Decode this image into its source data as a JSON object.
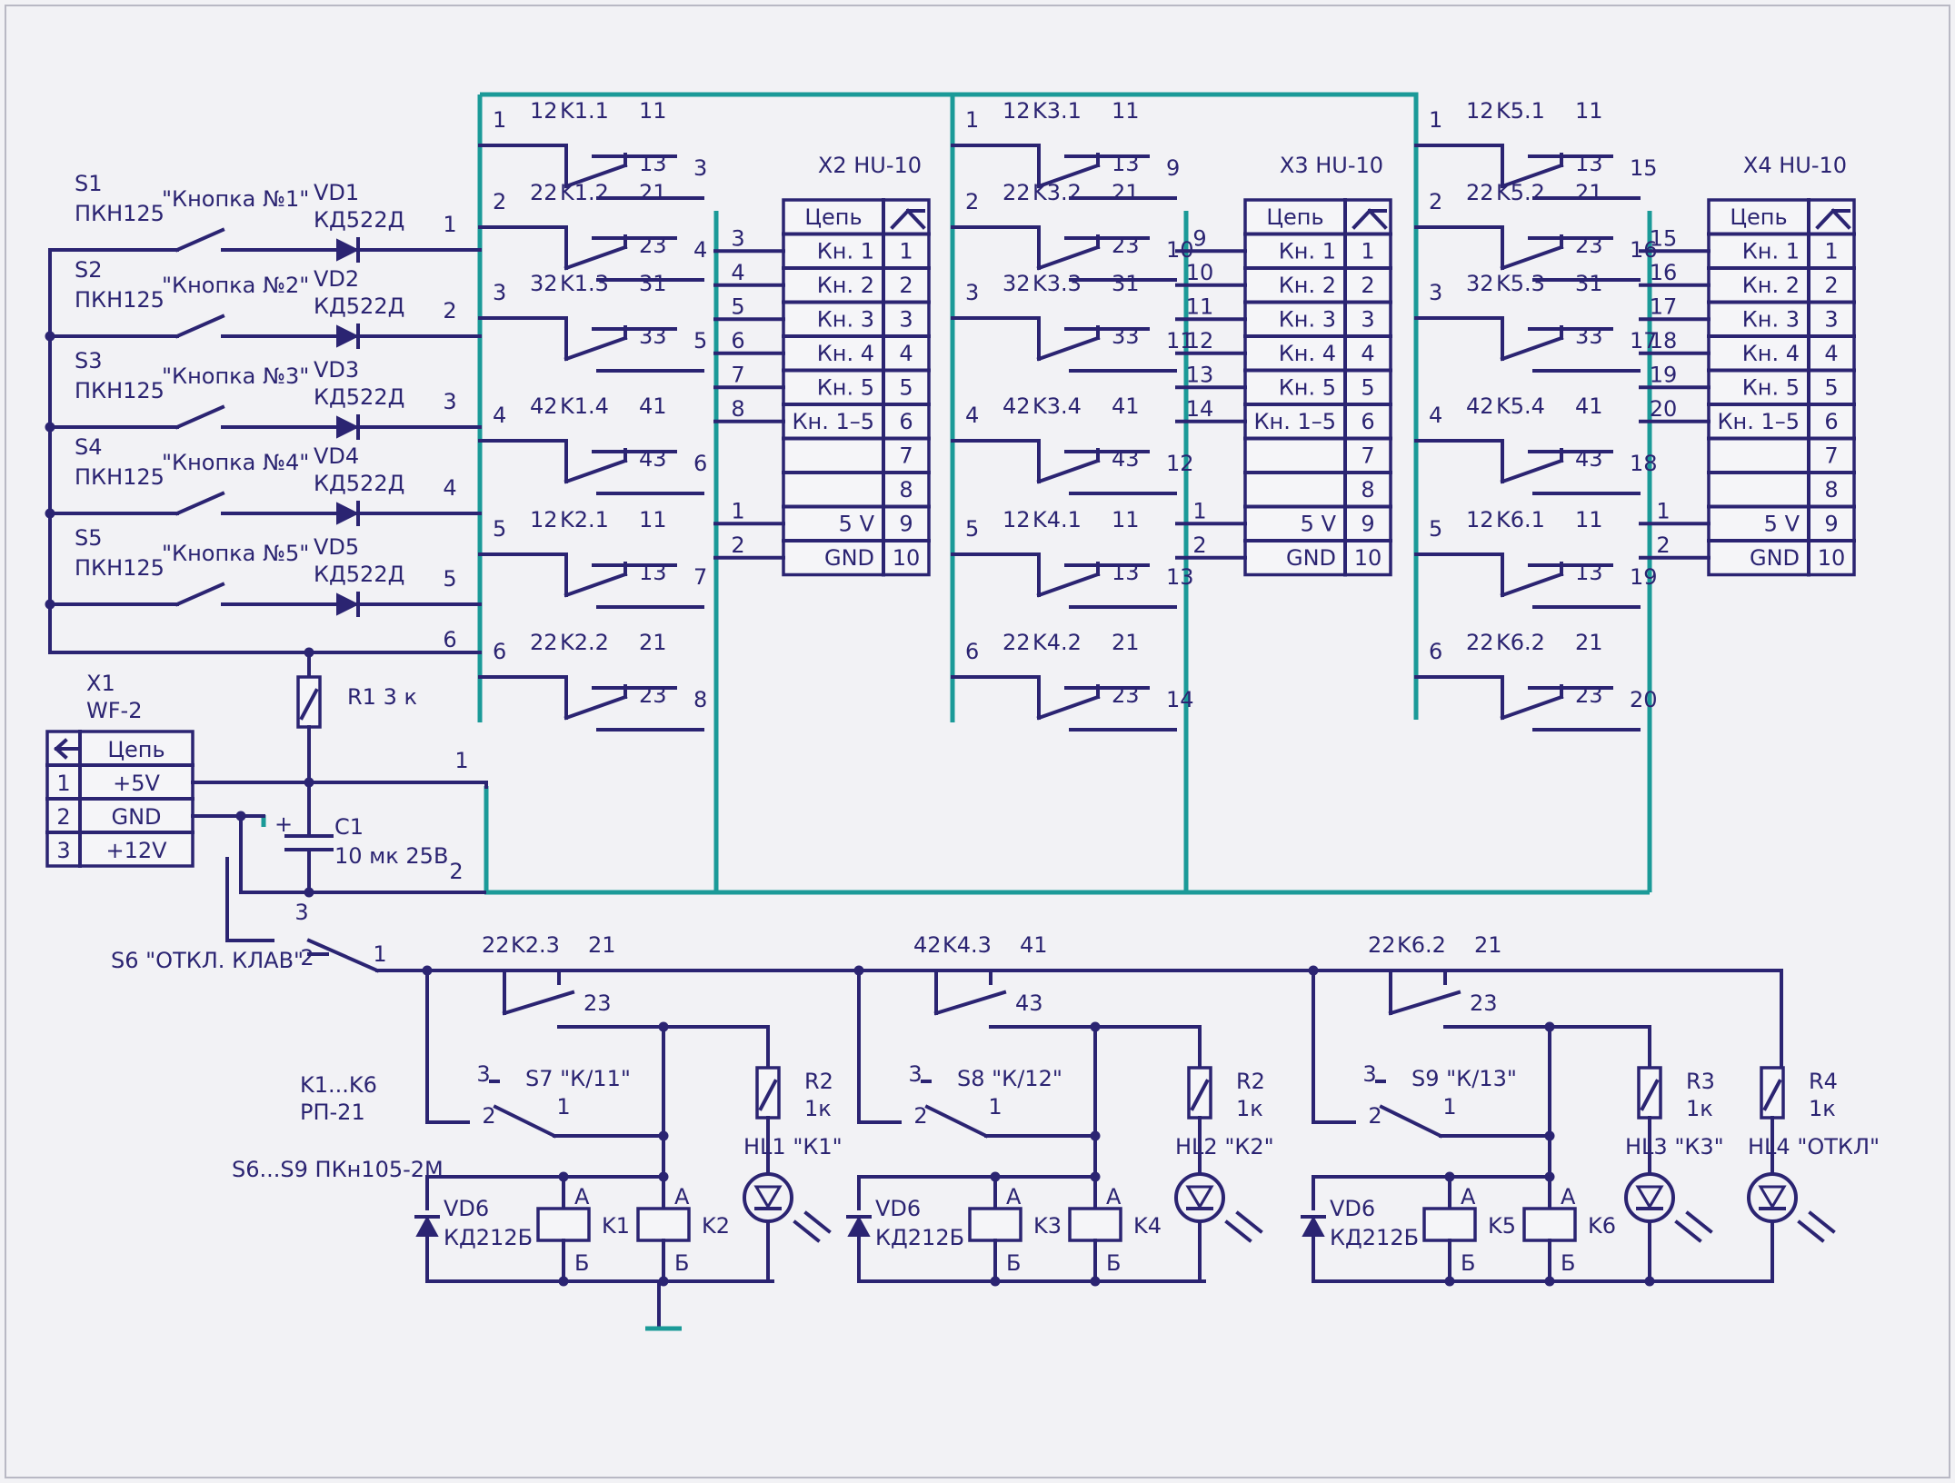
{
  "colors": {
    "line": "#2b2472",
    "bus": "#1b9a98",
    "paper": "#f2f2f5",
    "frame": "#b9b9c4"
  },
  "buttons": [
    {
      "ref": "S1",
      "type": "ПКН125",
      "name": "\"Кнопка №1\"",
      "diode": "VD1",
      "dtype": "КД522Д",
      "net": "1"
    },
    {
      "ref": "S2",
      "type": "ПКН125",
      "name": "\"Кнопка №2\"",
      "diode": "VD2",
      "dtype": "КД522Д",
      "net": "2"
    },
    {
      "ref": "S3",
      "type": "ПКН125",
      "name": "\"Кнопка №3\"",
      "diode": "VD3",
      "dtype": "КД522Д",
      "net": "3"
    },
    {
      "ref": "S4",
      "type": "ПКН125",
      "name": "\"Кнопка №4\"",
      "diode": "VD4",
      "dtype": "КД522Д",
      "net": "4"
    },
    {
      "ref": "S5",
      "type": "ПКН125",
      "name": "\"Кнопка №5\"",
      "diode": "VD5",
      "dtype": "КД522Д",
      "net": "5"
    }
  ],
  "common_net": "6",
  "r1": {
    "ref": "R1",
    "value": "3 к"
  },
  "c1": {
    "ref": "C1",
    "value": "10 мк 25В"
  },
  "x1": {
    "ref": "X1",
    "type": "WF-2",
    "head": "Цепь",
    "rows": [
      [
        "1",
        "+5V"
      ],
      [
        "2",
        "GND"
      ],
      [
        "3",
        "+12V"
      ]
    ],
    "out1": "1",
    "out2": "2"
  },
  "groups": [
    {
      "contacts": [
        {
          "ref": "K1.1",
          "nc": "12",
          "com": "11",
          "no": "13",
          "in": "1",
          "out": "3"
        },
        {
          "ref": "K1.2",
          "nc": "22",
          "com": "21",
          "no": "23",
          "in": "2",
          "out": "4"
        },
        {
          "ref": "K1.3",
          "nc": "32",
          "com": "31",
          "no": "33",
          "in": "3",
          "out": "5"
        },
        {
          "ref": "K1.4",
          "nc": "42",
          "com": "41",
          "no": "43",
          "in": "4",
          "out": "6"
        },
        {
          "ref": "K2.1",
          "nc": "12",
          "com": "11",
          "no": "13",
          "in": "5",
          "out": "7"
        },
        {
          "ref": "K2.2",
          "nc": "22",
          "com": "21",
          "no": "23",
          "in": "6",
          "out": "8"
        }
      ],
      "conn": {
        "title": "X2 HU-10",
        "head": "Цепь",
        "nets": [
          "3",
          "4",
          "5",
          "6",
          "7",
          "8",
          "",
          "",
          "1",
          "2"
        ]
      }
    },
    {
      "contacts": [
        {
          "ref": "K3.1",
          "nc": "12",
          "com": "11",
          "no": "13",
          "in": "1",
          "out": "9"
        },
        {
          "ref": "K3.2",
          "nc": "22",
          "com": "21",
          "no": "23",
          "in": "2",
          "out": "10"
        },
        {
          "ref": "K3.3",
          "nc": "32",
          "com": "31",
          "no": "33",
          "in": "3",
          "out": "11"
        },
        {
          "ref": "K3.4",
          "nc": "42",
          "com": "41",
          "no": "43",
          "in": "4",
          "out": "12"
        },
        {
          "ref": "K4.1",
          "nc": "12",
          "com": "11",
          "no": "13",
          "in": "5",
          "out": "13"
        },
        {
          "ref": "K4.2",
          "nc": "22",
          "com": "21",
          "no": "23",
          "in": "6",
          "out": "14"
        }
      ],
      "conn": {
        "title": "X3 HU-10",
        "head": "Цепь",
        "nets": [
          "9",
          "10",
          "11",
          "12",
          "13",
          "14",
          "",
          "",
          "1",
          "2"
        ]
      }
    },
    {
      "contacts": [
        {
          "ref": "K5.1",
          "nc": "12",
          "com": "11",
          "no": "13",
          "in": "1",
          "out": "15"
        },
        {
          "ref": "K5.2",
          "nc": "22",
          "com": "21",
          "no": "23",
          "in": "2",
          "out": "16"
        },
        {
          "ref": "K5.3",
          "nc": "32",
          "com": "31",
          "no": "33",
          "in": "3",
          "out": "17"
        },
        {
          "ref": "K5.4",
          "nc": "42",
          "com": "41",
          "no": "43",
          "in": "4",
          "out": "18"
        },
        {
          "ref": "K6.1",
          "nc": "12",
          "com": "11",
          "no": "13",
          "in": "5",
          "out": "19"
        },
        {
          "ref": "K6.2",
          "nc": "22",
          "com": "21",
          "no": "23",
          "in": "6",
          "out": "20"
        }
      ],
      "conn": {
        "title": "X4 HU-10",
        "head": "Цепь",
        "nets": [
          "15",
          "16",
          "17",
          "18",
          "19",
          "20",
          "",
          "",
          "1",
          "2"
        ]
      }
    }
  ],
  "conn_rows": [
    [
      "Кн. 1",
      "1"
    ],
    [
      "Кн. 2",
      "2"
    ],
    [
      "Кн. 3",
      "3"
    ],
    [
      "Кн. 4",
      "4"
    ],
    [
      "Кн. 5",
      "5"
    ],
    [
      "Кн. 1–5",
      "6"
    ],
    [
      "",
      "7"
    ],
    [
      "",
      "8"
    ],
    [
      "5 V",
      "9"
    ],
    [
      "GND",
      "10"
    ]
  ],
  "s6": {
    "label": "S6 \"ОТКЛ. КЛАВ\"",
    "p3": "3",
    "p2": "2",
    "p1": "1"
  },
  "notes": [
    "K1...K6",
    "РП-21",
    "S6...S9 ПКн105-2М"
  ],
  "low_contacts": [
    {
      "ref": "K2.3",
      "nc": "22",
      "com": "21",
      "no": "23"
    },
    {
      "ref": "K4.3",
      "nc": "42",
      "com": "41",
      "no": "43"
    },
    {
      "ref": "K6.2",
      "nc": "22",
      "com": "21",
      "no": "23"
    }
  ],
  "selectors": [
    {
      "label": "S7 \"К/11\"",
      "p3": "3",
      "p2": "2",
      "p1": "1"
    },
    {
      "label": "S8 \"К/12\"",
      "p3": "3",
      "p2": "2",
      "p1": "1"
    },
    {
      "label": "S9 \"К/13\"",
      "p3": "3",
      "p2": "2",
      "p1": "1"
    }
  ],
  "relay_units": [
    {
      "diode": "VD6",
      "dtype": "КД212Б",
      "coil1": "K1",
      "coil2": "K2",
      "a": "А",
      "b": "Б"
    },
    {
      "diode": "VD6",
      "dtype": "КД212Б",
      "coil1": "K3",
      "coil2": "K4",
      "a": "А",
      "b": "Б"
    },
    {
      "diode": "VD6",
      "dtype": "КД212Б",
      "coil1": "K5",
      "coil2": "K6",
      "a": "А",
      "b": "Б"
    }
  ],
  "leds": [
    {
      "res": "R2",
      "rv": "1к",
      "led": "HL1 \"К1\""
    },
    {
      "res": "R2",
      "rv": "1к",
      "led": "HL2 \"К2\""
    },
    {
      "res": "R3",
      "rv": "1к",
      "led": "HL3 \"К3\""
    },
    {
      "res": "R4",
      "rv": "1к",
      "led": "HL4 \"ОТКЛ\""
    }
  ]
}
